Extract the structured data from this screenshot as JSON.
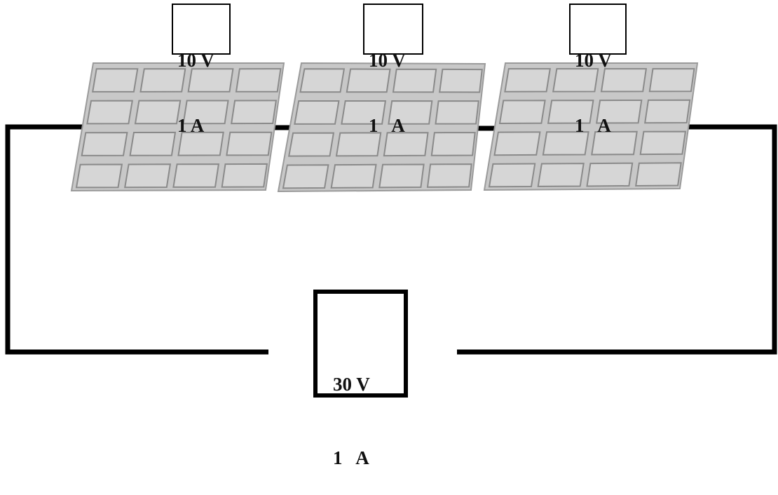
{
  "panels": [
    {
      "voltage": "10 V",
      "current": "1 A"
    },
    {
      "voltage": "10 V",
      "current": "1   A"
    },
    {
      "voltage": "10 V",
      "current": "1   A"
    }
  ],
  "load": {
    "voltage": "30 V",
    "current": "1   A"
  },
  "colors": {
    "panel_fill": "#c8c8c8",
    "cell_fill": "#d6d6d6",
    "cell_stroke": "#8a8a8a",
    "wire": "#000000"
  }
}
